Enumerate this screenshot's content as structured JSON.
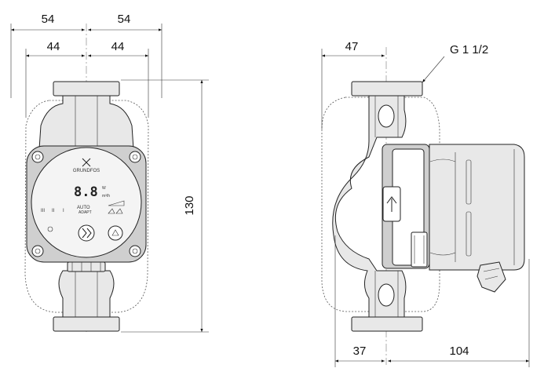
{
  "front_view": {
    "dim_top_left_outer": "54",
    "dim_top_right_outer": "54",
    "dim_top_left_inner": "44",
    "dim_top_right_inner": "44",
    "dim_height": "130",
    "brand": "GRUNDFOS",
    "display_value": "8.8",
    "unit_w": "W",
    "unit_flow": "m³/h",
    "mode_auto": "AUTO",
    "mode_adapt": "ADAPT",
    "curve_labels": [
      "III",
      "II",
      "I"
    ]
  },
  "side_view": {
    "dim_top": "47",
    "dim_bottom_left": "37",
    "dim_bottom_right": "104",
    "thread_label": "G 1 1/2"
  }
}
